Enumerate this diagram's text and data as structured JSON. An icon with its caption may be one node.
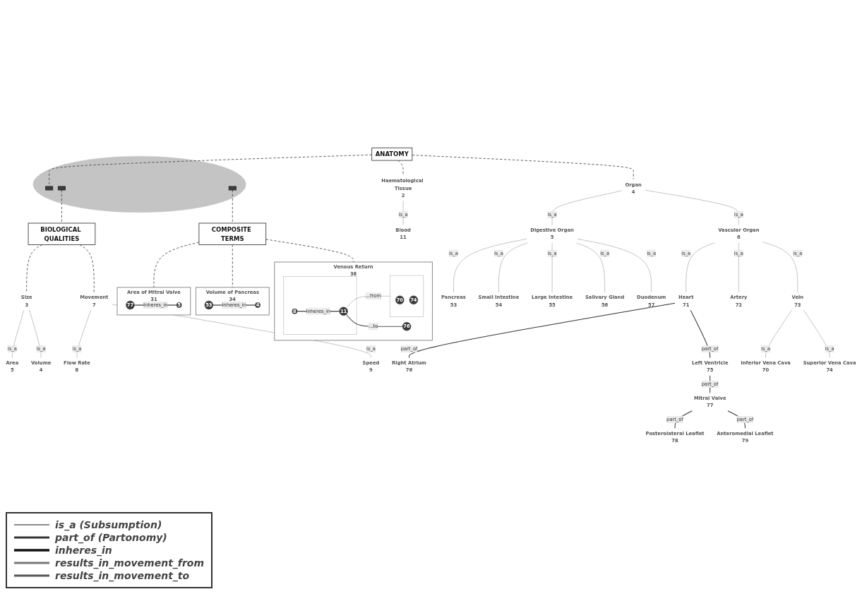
{
  "diagram": {
    "nodes": [
      {
        "text": [
          "ANATOMY"
        ]
      },
      {
        "text": [],
        "shape": "circle"
      },
      {
        "text": [],
        "shape": "box",
        "in": 1
      },
      {
        "text": [],
        "shape": "box",
        "in": 1
      },
      {
        "text": [],
        "shape": "box",
        "in": 1
      },
      {
        "text": [
          "BIOLOGICAL QUALITIES"
        ]
      },
      {
        "text": [
          "Haematological Tissue"
        ],
        "beside": [
          "2"
        ]
      },
      {
        "text": [
          "Blood"
        ],
        "beside": [
          "11"
        ]
      },
      {
        "text": [
          "Organ"
        ],
        "beside": [
          "4"
        ]
      },
      {
        "text": [
          "Area"
        ],
        "beside": [
          "5"
        ]
      },
      {
        "text": [
          "Size"
        ],
        "beside": [
          "3"
        ]
      },
      {
        "text": [
          "Movement"
        ],
        "beside": [
          "7"
        ]
      },
      {
        "text": [
          "Pancreas"
        ],
        "beside": [
          "53"
        ]
      },
      {
        "text": [
          "Digestive Organ"
        ],
        "beside": [
          "5"
        ]
      },
      {
        "text": [
          "Vascular Organ"
        ],
        "beside": [
          "6"
        ]
      },
      {
        "text": [
          "Volume"
        ],
        "beside": [
          "4"
        ]
      },
      {
        "text": [
          "Flow Rate"
        ],
        "beside": [
          "8"
        ]
      },
      {
        "text": [
          "Speed"
        ],
        "beside": [
          "9"
        ]
      },
      {
        "text": [
          "Small Intestine"
        ],
        "beside": [
          "54"
        ]
      },
      {
        "text": [
          "Large Intestine"
        ],
        "beside": [
          "55"
        ]
      },
      {
        "text": [
          "Salivary Gland"
        ],
        "beside": [
          "56"
        ]
      },
      {
        "text": [
          "Heart"
        ],
        "beside": [
          "71"
        ]
      },
      {
        "text": [
          "Artery"
        ],
        "beside": [
          "72"
        ]
      },
      {
        "text": [
          "Vein"
        ],
        "beside": [
          "73"
        ]
      },
      {
        "text": [
          "Duodenum"
        ],
        "beside": [
          "57"
        ]
      },
      {
        "text": [
          "Superior Vena Cava"
        ],
        "beside": [
          "74"
        ]
      },
      {
        "text": [
          "Inferior Vena Cava"
        ],
        "beside": [
          "70"
        ]
      },
      {
        "text": [
          "COMPOSITE TERMS"
        ]
      },
      {
        "text": [
          "Right Atrium"
        ],
        "beside": [
          "76"
        ]
      },
      {
        "text": [
          "Left Ventricle"
        ],
        "beside": [
          "75"
        ]
      },
      {
        "text": [
          "Mitral Valve"
        ],
        "beside": [
          "77"
        ]
      },
      {
        "text": [
          "Posterolateral Leaflet"
        ],
        "beside": [
          "78"
        ]
      },
      {
        "text": [
          "Anteromedial Leaflet"
        ],
        "beside": [
          "79"
        ]
      },
      {
        "text": [
          "Area of Mitral Valve"
        ],
        "beside": [
          "31"
        ]
      },
      {
        "text": [
          "77"
        ],
        "in": 33
      },
      {
        "text": [
          "5"
        ],
        "in": 33
      },
      {
        "text": [
          "Venous Return"
        ],
        "beside": [
          "38"
        ]
      },
      {
        "text": [],
        "shape": "box",
        "in": 36
      },
      {
        "text": [
          "8"
        ],
        "in": 37
      },
      {
        "text": [
          "11"
        ],
        "in": 37
      },
      {
        "text": [],
        "shape": "box",
        "in": 36
      },
      {
        "text": [
          "70"
        ],
        "in": 40
      },
      {
        "text": [
          "74"
        ],
        "in": 40
      },
      {
        "text": [
          "76"
        ],
        "in": 36
      },
      {
        "text": [
          "Volume of Pancreas"
        ],
        "beside": [
          "34"
        ]
      },
      {
        "text": [
          "53"
        ],
        "in": 44
      },
      {
        "text": [
          "4"
        ],
        "in": 44
      }
    ],
    "edges": [
      {
        "from": 0,
        "to": 2,
        "arrow": "none",
        "style": "dashed",
        "color": "#444444"
      },
      {
        "from": 3,
        "to": 5,
        "arrow": "none",
        "style": "dashed",
        "color": "#444444"
      },
      {
        "from": 4,
        "to": 27,
        "arrow": "none",
        "style": "dashed",
        "color": "#444444"
      },
      {
        "from": 0,
        "to": 6,
        "arrow": "none",
        "style": "dashed",
        "color": "#444444"
      },
      {
        "from": 0,
        "to": 8,
        "arrow": "none",
        "style": "dashed",
        "color": "#444444"
      },
      {
        "from": 5,
        "to": 10,
        "arrow": "none",
        "style": "dashed",
        "color": "#444444"
      },
      {
        "from": 5,
        "to": 11,
        "arrow": "none",
        "style": "dashed",
        "color": "#444444"
      },
      {
        "from": 6,
        "to": 7,
        "arrow": "none",
        "label": "is_a"
      },
      {
        "from": 10,
        "to": 9,
        "arrow": "none",
        "label": "is_a"
      },
      {
        "from": 10,
        "to": 15,
        "arrow": "none",
        "label": "is_a"
      },
      {
        "from": 11,
        "to": 16,
        "arrow": "none",
        "label": "is_a"
      },
      {
        "from": 11,
        "to": 17,
        "arrow": "none",
        "label": "is_a"
      },
      {
        "from": 8,
        "to": 13,
        "arrow": "none",
        "label": "is_a"
      },
      {
        "from": 8,
        "to": 14,
        "arrow": "none",
        "label": "is_a"
      },
      {
        "from": 13,
        "to": 12,
        "arrow": "none",
        "label": "is_a"
      },
      {
        "from": 13,
        "to": 18,
        "arrow": "none",
        "label": "is_a"
      },
      {
        "from": 13,
        "to": 19,
        "arrow": "none",
        "label": "is_a"
      },
      {
        "from": 13,
        "to": 20,
        "arrow": "none",
        "label": "is_a"
      },
      {
        "from": 13,
        "to": 24,
        "arrow": "none",
        "label": "is_a"
      },
      {
        "from": 14,
        "to": 21,
        "arrow": "none",
        "label": "is_a"
      },
      {
        "from": 14,
        "to": 22,
        "arrow": "none",
        "label": "is_a"
      },
      {
        "from": 14,
        "to": 23,
        "arrow": "none",
        "label": "is_a"
      },
      {
        "from": 23,
        "to": 26,
        "arrow": "none",
        "label": "is_a"
      },
      {
        "from": 23,
        "to": 25,
        "arrow": "none",
        "label": "is_a"
      },
      {
        "from": 21,
        "to": 28,
        "arrow": "none",
        "label": "part_of",
        "color": "#333333"
      },
      {
        "from": 21,
        "to": 29,
        "arrow": "none",
        "label": "part_of",
        "color": "#333333"
      },
      {
        "from": 29,
        "to": 30,
        "arrow": "none",
        "label": "part_of",
        "color": "#333333"
      },
      {
        "from": 30,
        "to": 31,
        "arrow": "none",
        "label": "part_of",
        "color": "#333333"
      },
      {
        "from": 30,
        "to": 32,
        "arrow": "none",
        "label": "part_of",
        "color": "#333333"
      },
      {
        "from": 27,
        "to": 33,
        "arrow": "none",
        "style": "dashed",
        "color": "#444444"
      },
      {
        "from": 27,
        "to": 44,
        "arrow": "none",
        "style": "dashed",
        "color": "#444444"
      },
      {
        "from": 27,
        "to": 36,
        "arrow": "none",
        "style": "dashed",
        "color": "#444444"
      },
      {
        "from": 34,
        "to": 35,
        "arrow": "none",
        "label": "Inheres_in",
        "color": "#111111"
      },
      {
        "from": 38,
        "to": 39,
        "arrow": "none",
        "label": "Inheres_in",
        "color": "#111111"
      },
      {
        "from": 39,
        "to": 40,
        "arrow": "none",
        "label": "...from"
      },
      {
        "from": 39,
        "to": 43,
        "arrow": "none",
        "label": "...to",
        "color": "#555555"
      },
      {
        "from": 45,
        "to": 46,
        "arrow": "none",
        "label": "Inheres_in",
        "color": "#111111"
      }
    ],
    "legend": [
      {
        "text": "is_a (Subsumption)"
      },
      {
        "text": "part_of (Partonomy)"
      },
      {
        "text": "inheres_in"
      },
      {
        "text": "results_in_movement_from"
      },
      {
        "text": "results_in_movement_to"
      }
    ]
  }
}
